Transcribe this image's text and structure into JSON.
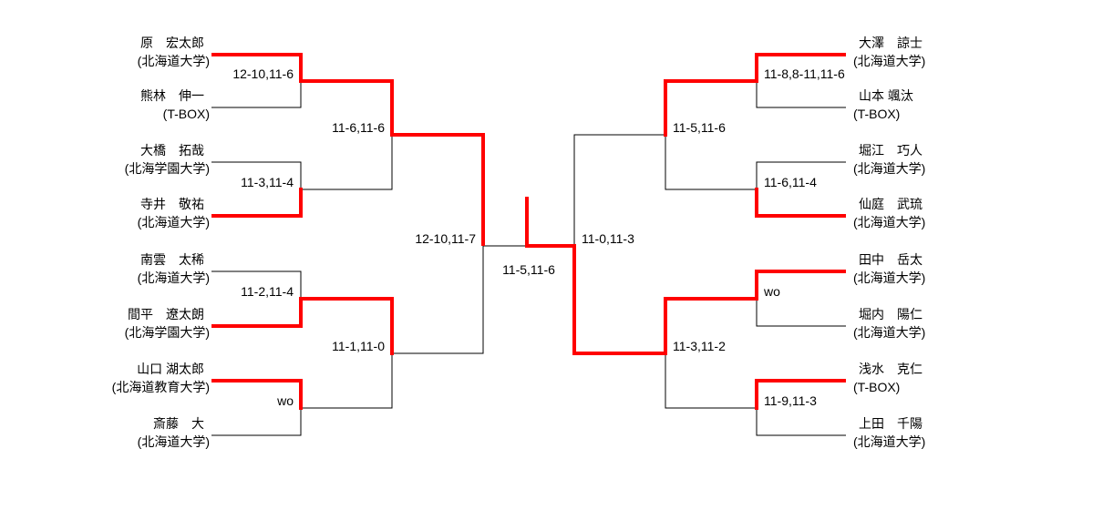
{
  "title": "tournament-bracket",
  "colors": {
    "winner_path": "#ff0000",
    "line": "#000000",
    "background": "#ffffff",
    "text": "#000000"
  },
  "champion": {
    "name": "田中　岳太",
    "affiliation": "(北海道大学)"
  },
  "players": {
    "left": [
      {
        "name": "原　宏太郎",
        "affiliation": "(北海道大学)"
      },
      {
        "name": "熊林　伸一",
        "affiliation": "(T-BOX)"
      },
      {
        "name": "大橋　拓哉",
        "affiliation": "(北海学園大学)"
      },
      {
        "name": "寺井　敬祐",
        "affiliation": "(北海道大学)"
      },
      {
        "name": "南雲　太稀",
        "affiliation": "(北海道大学)"
      },
      {
        "name": "間平　遼太朗",
        "affiliation": "(北海学園大学)"
      },
      {
        "name": "山口 湖太郎",
        "affiliation": "(北海道教育大学)"
      },
      {
        "name": "斎藤　大",
        "affiliation": "(北海道大学)"
      }
    ],
    "right": [
      {
        "name": "大澤　諒士",
        "affiliation": "(北海道大学)"
      },
      {
        "name": "山本 颯汰",
        "affiliation": "(T-BOX)"
      },
      {
        "name": "堀江　巧人",
        "affiliation": "(北海道大学)"
      },
      {
        "name": "仙庭　武琉",
        "affiliation": "(北海道大学)"
      },
      {
        "name": "田中　岳太",
        "affiliation": "(北海道大学)"
      },
      {
        "name": "堀内　陽仁",
        "affiliation": "(北海道大学)"
      },
      {
        "name": "浅水　克仁",
        "affiliation": "(T-BOX)"
      },
      {
        "name": "上田　千陽",
        "affiliation": "(北海道大学)"
      }
    ]
  },
  "scores": {
    "left_round1": [
      "12-10,11-6",
      "11-3,11-4",
      "11-2,11-4",
      "wo"
    ],
    "left_round2": [
      "11-6,11-6",
      "11-1,11-0"
    ],
    "left_semifinal": "12-10,11-7",
    "final": "11-5,11-6",
    "right_semifinal": "11-0,11-3",
    "right_round2": [
      "11-5,11-6",
      "11-3,11-2"
    ],
    "right_round1": [
      "11-8,8-11,11-6",
      "11-6,11-4",
      "wo",
      "11-9,11-3"
    ]
  }
}
